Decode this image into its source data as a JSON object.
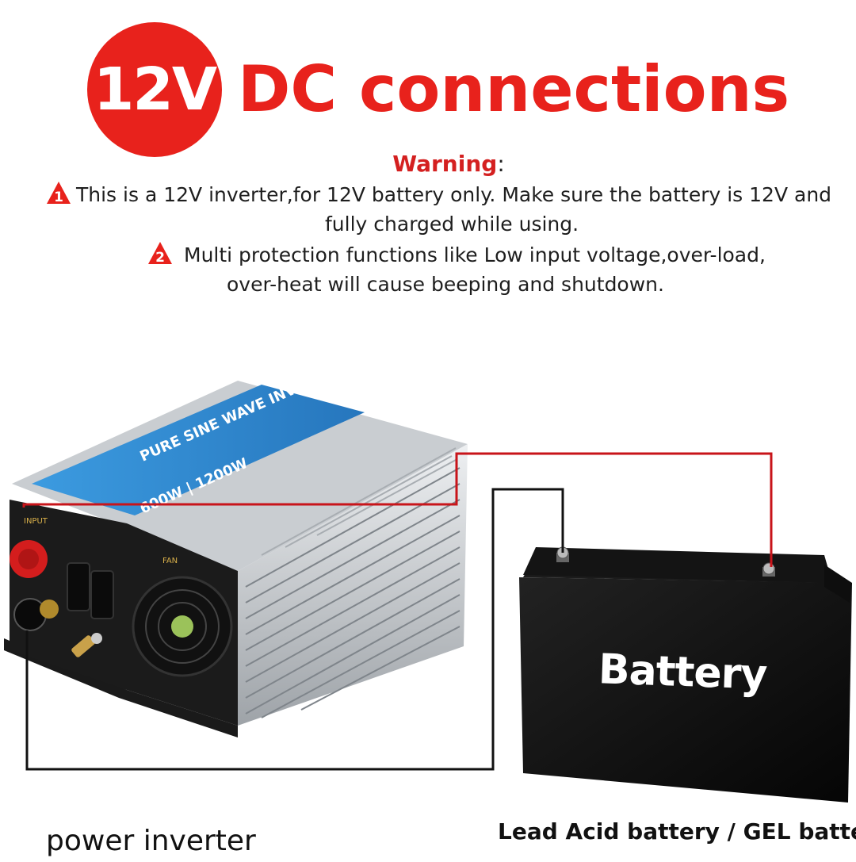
{
  "header": {
    "badge": "12V",
    "title": "DC connections"
  },
  "warning": {
    "title": "Warning",
    "colon": ":",
    "items": [
      {
        "num": "1",
        "line1": "This is a 12V inverter,for 12V battery only. Make sure the battery is 12V and",
        "line2": "fully charged while using."
      },
      {
        "num": "2",
        "line1": "Multi protection functions like Low input voltage,over-load,",
        "line2": "over-heat will cause beeping and shutdown."
      }
    ]
  },
  "inverter": {
    "label_brand": "PURE SINE WAVE INVERTER",
    "label_power": "600W | 1200W",
    "input_label": "INPUT",
    "fan_label": "FAN"
  },
  "battery": {
    "label": "Battery"
  },
  "captions": {
    "inverter": "power inverter",
    "battery": "Lead Acid battery / GEL battery"
  },
  "colors": {
    "accent_red": "#e8221c",
    "wire_positive": "#c8141a",
    "wire_negative": "#111111",
    "inverter_blue": "#2f8fd6"
  }
}
